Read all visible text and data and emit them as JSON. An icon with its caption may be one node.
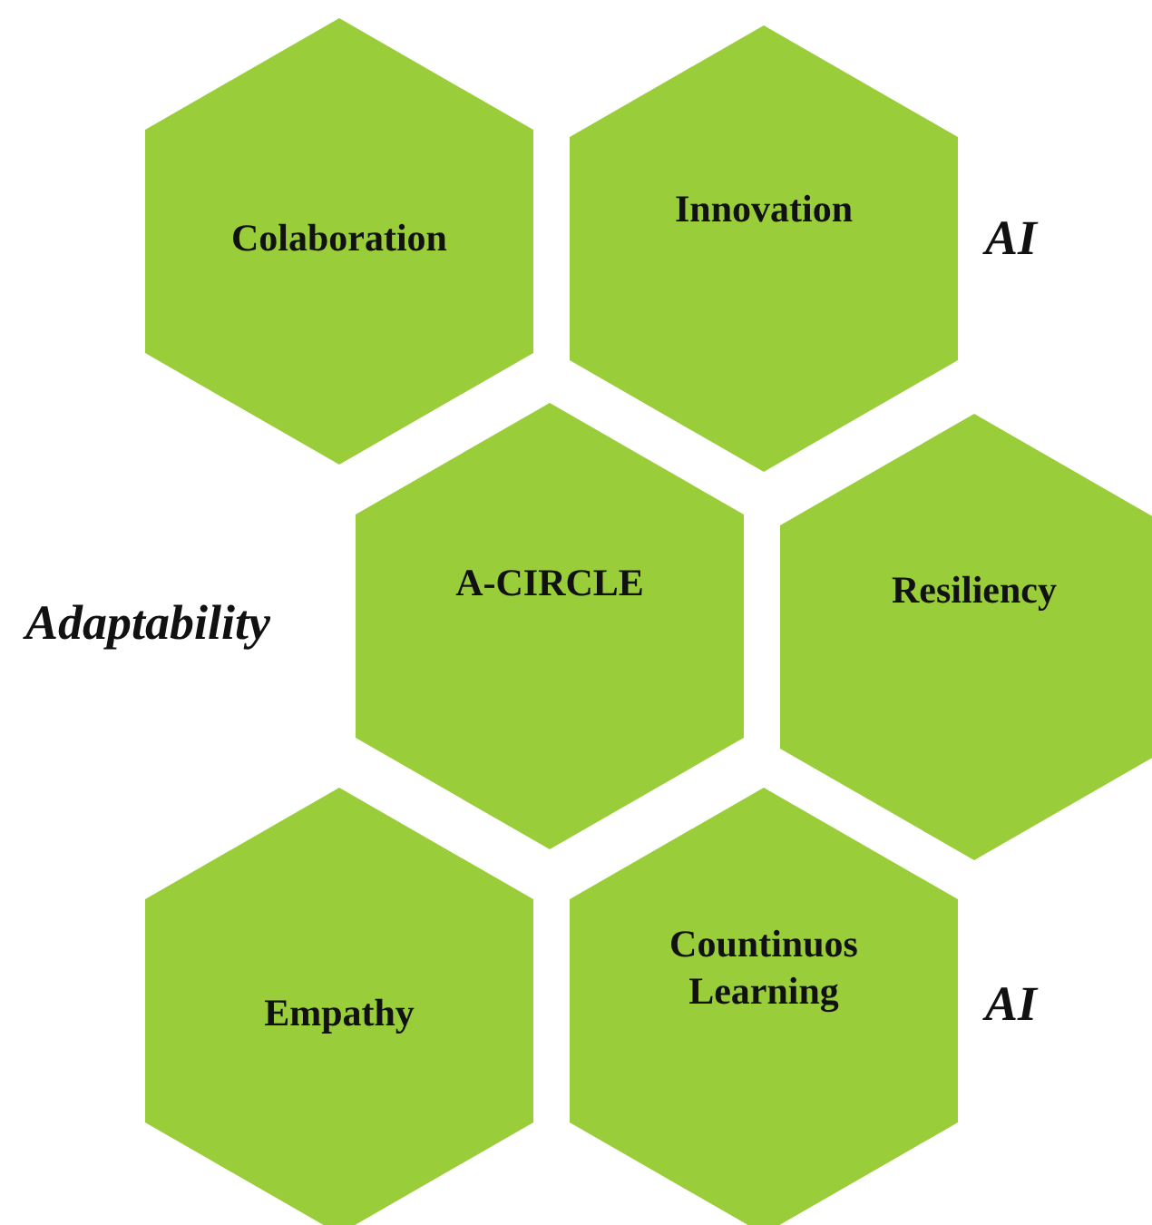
{
  "diagram": {
    "nodes": [
      {
        "text": [
          "Colaboration"
        ]
      },
      {
        "text": [
          "Innovation"
        ]
      },
      {
        "text": [
          "A-CIRCLE"
        ]
      },
      {
        "text": [
          "Resiliency"
        ]
      },
      {
        "text": [
          "Empathy"
        ]
      },
      {
        "text": [
          "Countinuos Learning"
        ]
      }
    ],
    "labels": [
      "AI",
      "Adaptability",
      "AI"
    ]
  }
}
